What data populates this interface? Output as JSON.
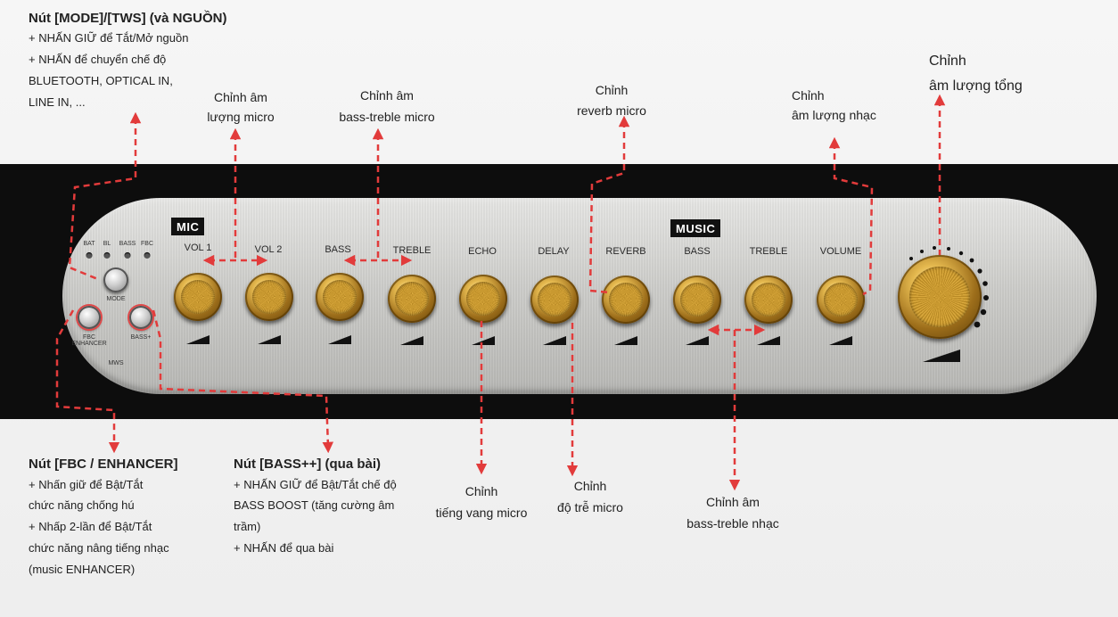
{
  "panel": {
    "mic_tag": "MIC",
    "music_tag": "MUSIC",
    "knob_labels": {
      "vol1": "VOL 1",
      "vol2": "VOL 2",
      "mic_bass": "BASS",
      "mic_treble": "TREBLE",
      "echo": "ECHO",
      "delay": "DELAY",
      "reverb": "REVERB",
      "music_bass": "BASS",
      "music_treble": "TREBLE",
      "volume": "VOLUME"
    },
    "led_labels": {
      "bat": "BAT",
      "bl": "BL",
      "bass": "BASS",
      "fbc": "FBC"
    },
    "mode_label": "MODE",
    "fbc_label": "FBC ENHANCER",
    "bassplus_label": "BASS+",
    "tws_label": "MWS"
  },
  "annotations": {
    "mode": {
      "title": "Nút [MODE]/[TWS] (và NGUỒN)",
      "line1": "+ NHẤN GIỮ để Tắt/Mở nguồn",
      "line2": "+ NHẤN để chuyển chế độ",
      "line3": "BLUETOOTH, OPTICAL IN,",
      "line4": "LINE IN, ..."
    },
    "mic_volume": {
      "line1": "Chỉnh âm",
      "line2": "lượng micro"
    },
    "mic_bass_treble": {
      "line1": "Chỉnh âm",
      "line2": "bass-treble micro"
    },
    "reverb": {
      "line1": "Chỉnh",
      "line2": "reverb micro"
    },
    "music_volume": {
      "line1": "Chỉnh",
      "line2": "âm lượng nhạc"
    },
    "master_volume": {
      "line1": "Chỉnh",
      "line2": "âm lượng tổng"
    },
    "fbc": {
      "title": "Nút [FBC / ENHANCER]",
      "line1": "+ Nhấn giữ để Bật/Tắt",
      "line2": "chức năng chống hú",
      "line3": "+ Nhấp 2-lần để Bật/Tắt",
      "line4": "chức năng nâng tiếng nhạc",
      "line5": "(music ENHANCER)"
    },
    "bassplus": {
      "title": "Nút [BASS++] (qua bài)",
      "line1": "+ NHẤN GIỮ để Bật/Tắt chế độ",
      "line2": "BASS BOOST (tăng cường âm",
      "line3": "trầm)",
      "line4": "+ NHẤN để qua bài"
    },
    "echo": {
      "line1": "Chỉnh",
      "line2": "tiếng vang micro"
    },
    "delay": {
      "line1": "Chỉnh",
      "line2": "độ trễ micro"
    },
    "music_bass_treble": {
      "line1": "Chỉnh âm",
      "line2": "bass-treble nhạc"
    }
  },
  "colors": {
    "arrow": "#e23b3b",
    "band": "#0d0d0d",
    "gold": "#d9a83c"
  }
}
